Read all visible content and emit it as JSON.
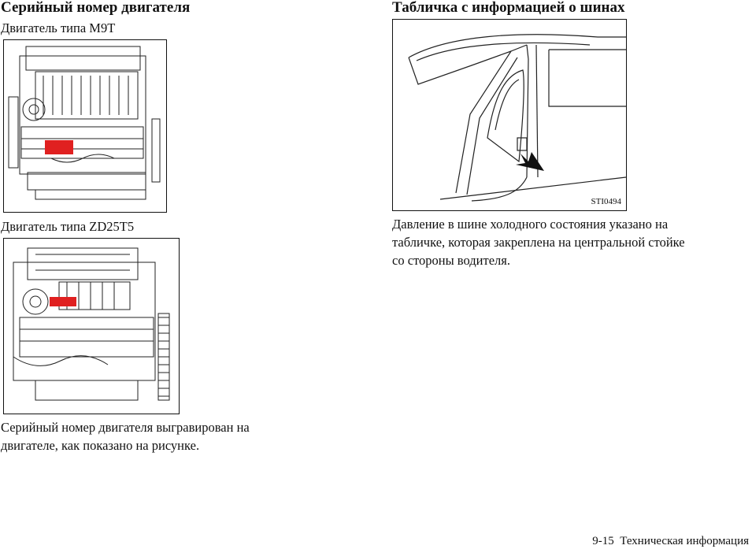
{
  "left": {
    "heading": "Серийный номер двигателя",
    "engine1_label": "Двигатель типа M9T",
    "engine2_label": "Двигатель типа ZD25T5",
    "body_line1": "Серийный номер двигателя выгравирован на",
    "body_line2": "двигателе, как показано на рисунке."
  },
  "right": {
    "heading": "Табличка с информацией о шинах",
    "figure_code": "STI0494",
    "body_line1": "Давление в шине холодного состояния указано на",
    "body_line2": "табличке, которая закреплена на центральной стойке",
    "body_line3": "со стороны водителя."
  },
  "footer": {
    "page_number": "9-15",
    "section": "Техническая информация"
  },
  "colors": {
    "marker_red": "#e02020",
    "line": "#111111"
  }
}
